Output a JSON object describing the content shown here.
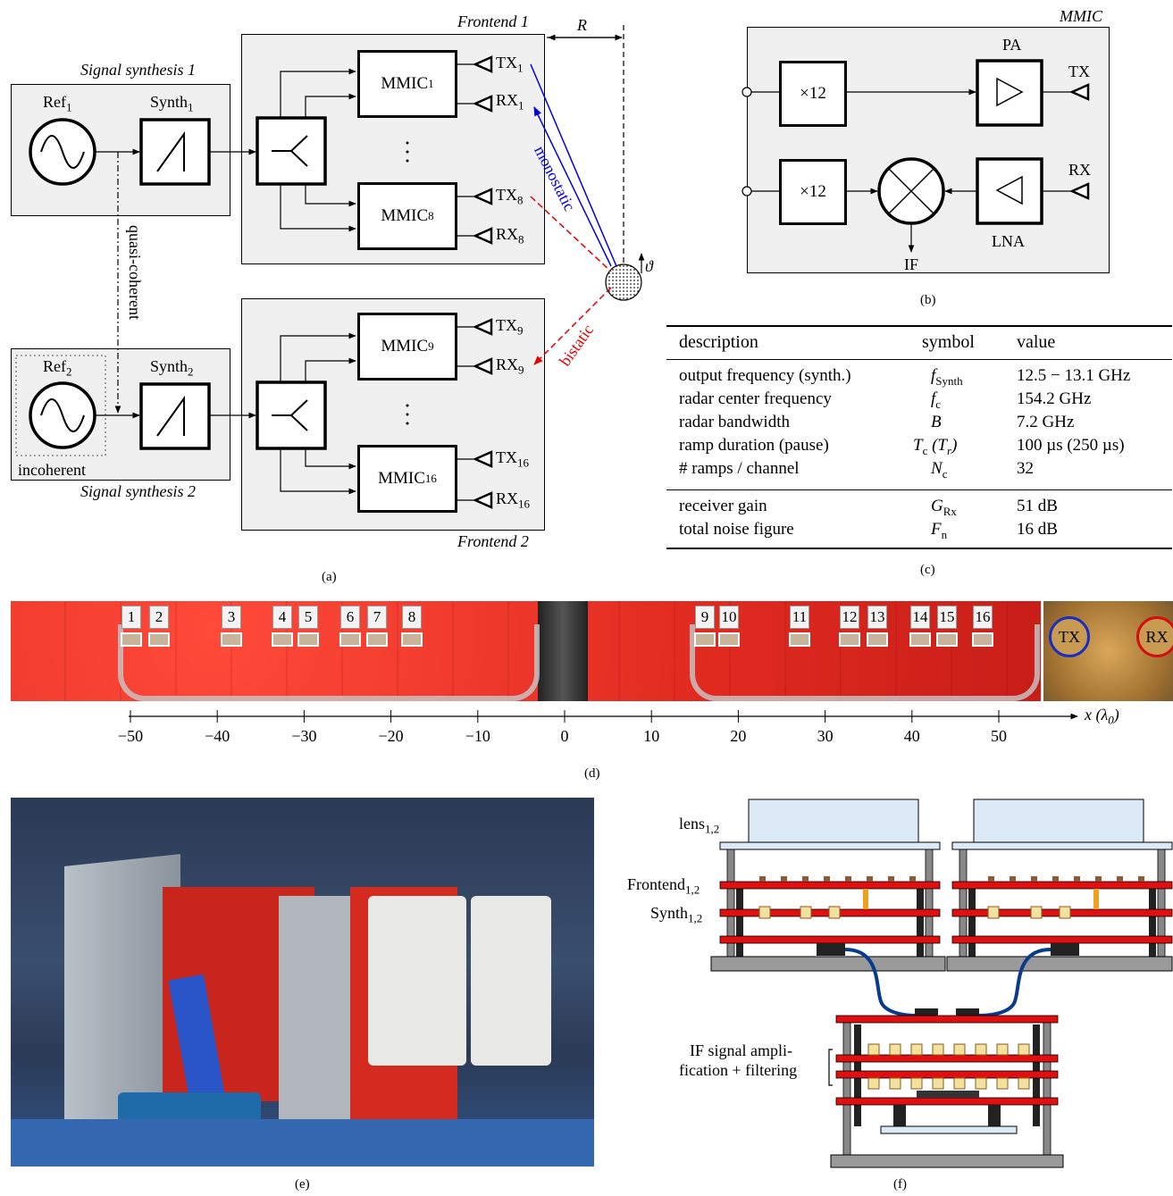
{
  "panel_a": {
    "caption": "(a)",
    "signal_synthesis_1": "Signal synthesis 1",
    "signal_synthesis_2": "Signal synthesis 2",
    "frontend_1": "Frontend 1",
    "frontend_2": "Frontend 2",
    "ref1": "Ref",
    "ref1_sub": "1",
    "ref2": "Ref",
    "ref2_sub": "2",
    "synth1": "Synth",
    "synth1_sub": "1",
    "synth2": "Synth",
    "synth2_sub": "2",
    "quasi_coherent": "quasi-coherent",
    "incoherent": "incoherent",
    "mmic": [
      "MMIC",
      "MMIC",
      "MMIC",
      "MMIC"
    ],
    "mmic_sub": [
      "1",
      "8",
      "9",
      "16"
    ],
    "tx_labels": [
      "TX",
      "TX",
      "TX",
      "TX"
    ],
    "tx_sub": [
      "1",
      "8",
      "9",
      "16"
    ],
    "rx_labels": [
      "RX",
      "RX",
      "RX",
      "RX"
    ],
    "rx_sub": [
      "1",
      "8",
      "9",
      "16"
    ],
    "range_symbol": "R",
    "angle_symbol": "ϑ",
    "monostatic": "monostatic",
    "bistatic": "bistatic",
    "colors": {
      "monostatic": "#0000dd",
      "bistatic": "#e00000"
    }
  },
  "panel_b": {
    "caption": "(b)",
    "title": "MMIC",
    "mult_top": "×12",
    "mult_bottom": "×12",
    "pa": "PA",
    "lna": "LNA",
    "tx": "TX",
    "rx": "RX",
    "if": "IF"
  },
  "panel_c": {
    "caption": "(c)",
    "headers": [
      "description",
      "symbol",
      "value"
    ],
    "rows_group1": [
      {
        "description": "output frequency (synth.)",
        "symbol": "f",
        "symbol_sub": "Synth",
        "value": "12.5 − 13.1 GHz"
      },
      {
        "description": "radar center frequency",
        "symbol": "f",
        "symbol_sub": "c",
        "value": "154.2 GHz"
      },
      {
        "description": "radar bandwidth",
        "symbol": "B",
        "symbol_sub": "",
        "value": "7.2 GHz"
      },
      {
        "description": "ramp duration (pause)",
        "symbol": "T",
        "symbol_sub": "c",
        "symbol_extra": " (T",
        "symbol_extra_sub": "r",
        "symbol_close": ")",
        "value": "100 µs (250 µs)"
      },
      {
        "description": "# ramps / channel",
        "symbol": "N",
        "symbol_sub": "c",
        "value": "32"
      }
    ],
    "rows_group2": [
      {
        "description": "receiver gain",
        "symbol": "G",
        "symbol_sub": "Rx",
        "value": "51 dB"
      },
      {
        "description": "total noise figure",
        "symbol": "F",
        "symbol_sub": "n",
        "value": "16 dB"
      }
    ]
  },
  "panel_d": {
    "caption": "(d)",
    "channel_numbers": [
      "1",
      "2",
      "3",
      "4",
      "5",
      "6",
      "7",
      "8",
      "9",
      "10",
      "11",
      "12",
      "13",
      "14",
      "15",
      "16"
    ],
    "tx_label": "TX",
    "rx_label": "RX",
    "axis_label": "x (λ",
    "axis_label_sub": "0",
    "axis_label_close": ")",
    "ticks": [
      "−50",
      "−40",
      "−30",
      "−20",
      "−10",
      "0",
      "10",
      "20",
      "30",
      "40",
      "50"
    ],
    "tick_values": [
      -50,
      -40,
      -30,
      -20,
      -10,
      0,
      10,
      20,
      30,
      40,
      50
    ]
  },
  "panel_e": {
    "caption": "(e)"
  },
  "panel_f": {
    "caption": "(f)",
    "lens": "lens",
    "lens_sub": "1,2",
    "frontend": "Frontend",
    "frontend_sub": "1,2",
    "synth": "Synth",
    "synth_sub": "1,2",
    "if_line1": "IF signal ampli-",
    "if_line2": "fication + filtering"
  }
}
